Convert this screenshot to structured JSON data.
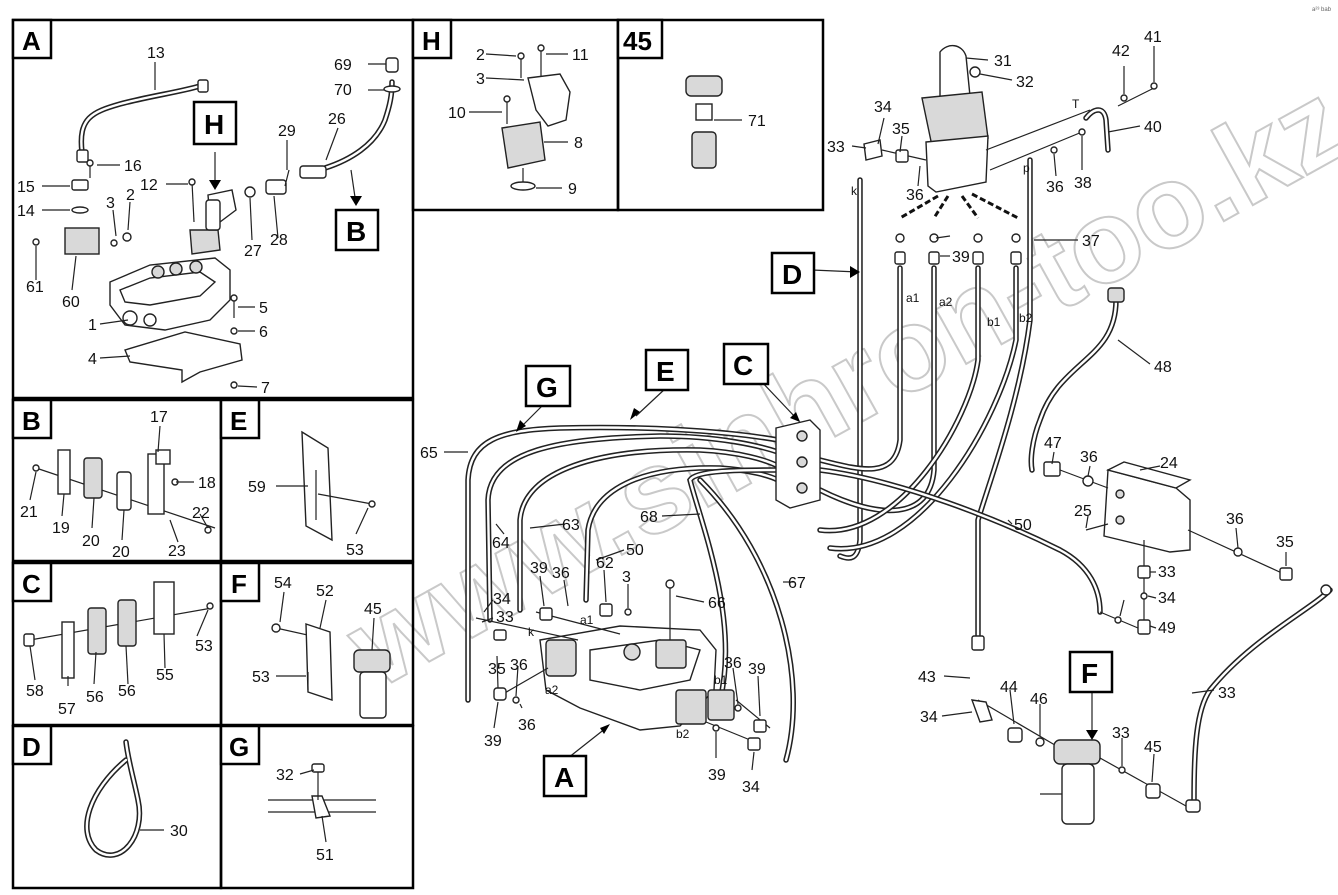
{
  "corner_code": "a²³ bab",
  "watermark": "www.sinhron-too.kz",
  "panels": {
    "A": {
      "letter": "A"
    },
    "H": {
      "letter": "H"
    },
    "p45": {
      "letter": "45"
    },
    "B": {
      "letter": "B"
    },
    "E": {
      "letter": "E"
    },
    "C": {
      "letter": "C"
    },
    "F": {
      "letter": "F"
    },
    "D": {
      "letter": "D"
    },
    "G": {
      "letter": "G"
    }
  },
  "callouts": {
    "A_H": "H",
    "A_B": "B",
    "main_D": "D",
    "main_G": "G",
    "main_E": "E",
    "main_C": "C",
    "main_A": "A",
    "main_F": "F"
  },
  "port_labels": {
    "k_top": "k",
    "T": "T",
    "p": "p",
    "a1_top": "a1",
    "a2_top": "a2",
    "b1_top": "b1",
    "b2_top": "b2",
    "a1_bot": "a1",
    "k_bot": "k",
    "a2_bot": "a2",
    "b1_bot": "b1",
    "b2_bot": "b2"
  },
  "numbers": {
    "A": [
      "13",
      "69",
      "70",
      "26",
      "29",
      "16",
      "15",
      "12",
      "14",
      "3",
      "2",
      "27",
      "28",
      "61",
      "60",
      "5",
      "1",
      "6",
      "4",
      "7"
    ],
    "H": [
      "2",
      "11",
      "3",
      "10",
      "8",
      "9"
    ],
    "p45": [
      "71"
    ],
    "B": [
      "17",
      "18",
      "21",
      "19",
      "20",
      "20",
      "22",
      "23"
    ],
    "E": [
      "59",
      "53"
    ],
    "C": [
      "53",
      "58",
      "57",
      "56",
      "56",
      "55"
    ],
    "F": [
      "54",
      "52",
      "45",
      "53"
    ],
    "D": [
      "30"
    ],
    "G": [
      "32",
      "51"
    ],
    "main": [
      "31",
      "32",
      "42",
      "41",
      "34",
      "35",
      "33",
      "40",
      "36",
      "38",
      "36",
      "39",
      "37",
      "48",
      "65",
      "47",
      "36",
      "24",
      "25",
      "63",
      "64",
      "68",
      "50",
      "50",
      "36",
      "35",
      "39",
      "36",
      "62",
      "3",
      "66",
      "67",
      "34",
      "33",
      "33",
      "34",
      "49",
      "35",
      "36",
      "36",
      "36",
      "39",
      "39",
      "39",
      "34",
      "43",
      "44",
      "46",
      "33",
      "34",
      "33",
      "45"
    ]
  }
}
